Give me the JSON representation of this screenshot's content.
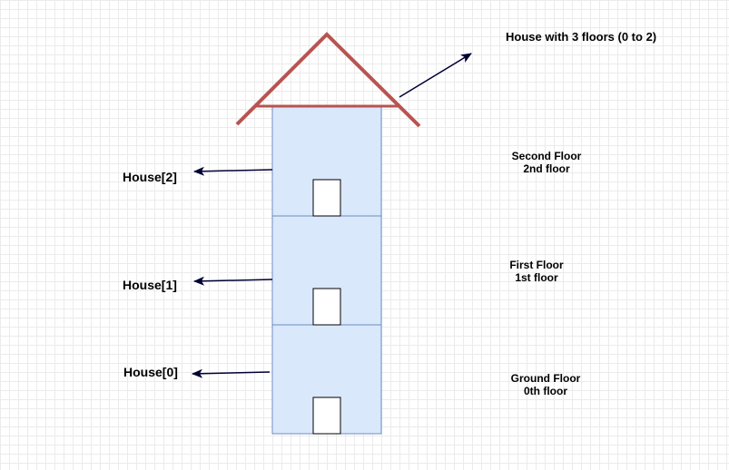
{
  "title": "House with 3 floors (0 to 2)",
  "colors": {
    "roof": "#b85450",
    "floor_fill": "#dae8fc",
    "floor_stroke": "#6c8ebf",
    "arrow": "#000033"
  },
  "floors": [
    {
      "index_label": "House[0]",
      "name": "Ground Floor",
      "ordinal": "0th floor"
    },
    {
      "index_label": "House[1]",
      "name": "First Floor",
      "ordinal": "1st floor"
    },
    {
      "index_label": "House[2]",
      "name": "Second Floor",
      "ordinal": "2nd floor"
    }
  ]
}
